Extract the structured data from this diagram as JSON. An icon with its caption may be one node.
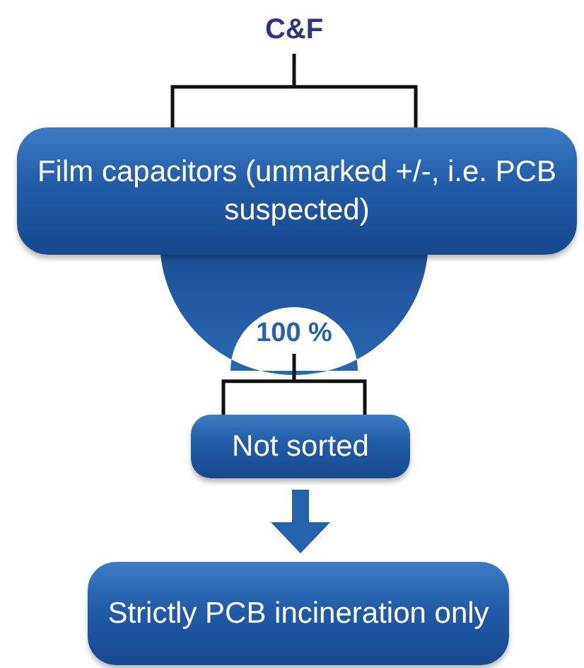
{
  "diagram": {
    "nodes": [
      {
        "text": [
          "C&F"
        ]
      },
      {
        "text": [
          "Film capacitors (unmarked +/-, i.e. PCB suspected)"
        ]
      },
      {
        "text": [
          "100 %"
        ]
      },
      {
        "text": [
          "Not sorted"
        ]
      },
      {
        "text": [
          "Strictly PCB incineration only"
        ]
      }
    ],
    "edges": [
      {
        "from": 0,
        "to": 1,
        "arrow": "none"
      },
      {
        "from": 2,
        "to": 3,
        "arrow": "none"
      },
      {
        "from": 3,
        "to": 4,
        "arrow": "to",
        "style": "thick",
        "color": "#2563ad"
      }
    ]
  }
}
